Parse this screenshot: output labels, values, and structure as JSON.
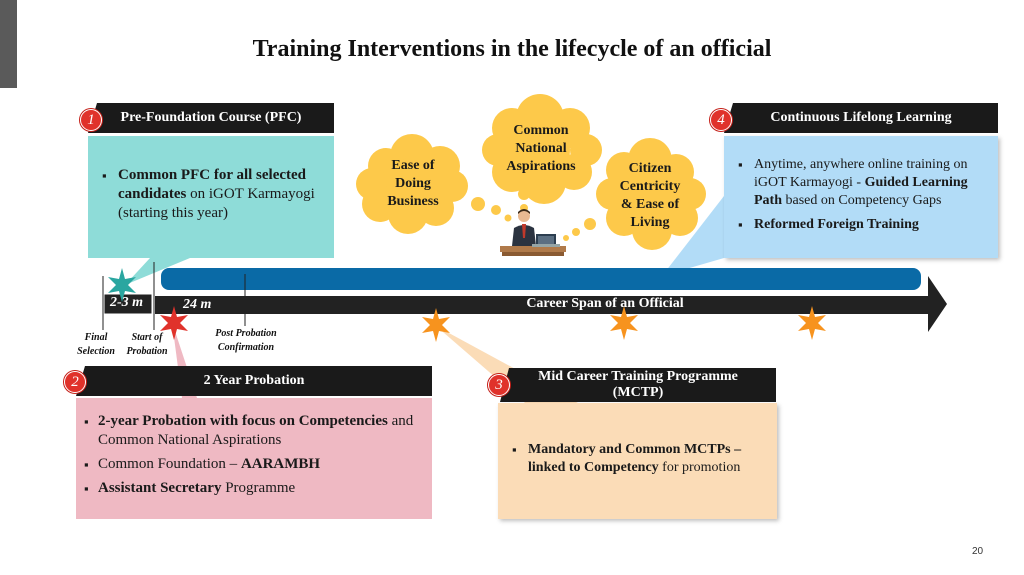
{
  "title": "Training Interventions in the lifecycle of an official",
  "page_number": "20",
  "timeline": {
    "career_span_label": "Career  Span of an Official",
    "seg_short": "2-3 m",
    "seg_long": "24 m",
    "final_selection": [
      "Final",
      "Selection"
    ],
    "start_probation": [
      "Start of",
      "Probation"
    ],
    "post_probation": [
      "Post Probation",
      "Confirmation"
    ]
  },
  "clouds": {
    "ease": [
      "Ease of",
      "Doing",
      "Business"
    ],
    "national": [
      "Common",
      "National",
      "Aspirations"
    ],
    "citizen": [
      "Citizen",
      "Centricity",
      "& Ease of",
      "Living"
    ]
  },
  "stages": {
    "pfc": {
      "number": "1",
      "header": "Pre-Foundation Course (PFC)",
      "b1_bold": "Common PFC for all selected candidates",
      "b1_rest": " on iGOT Karmayogi (starting this year)"
    },
    "probation": {
      "number": "2",
      "header": "2 Year Probation",
      "b1_bold": "2-year Probation with focus on Competencies",
      "b1_rest": " and Common National Aspirations",
      "b2_pre": "Common Foundation – ",
      "b2_bold": "AARAMBH",
      "b3_bold": "Assistant Secretary",
      "b3_rest": " Programme"
    },
    "mctp": {
      "number": "3",
      "header_line1": "Mid Career Training Programme",
      "header_line2": "(MCTP)",
      "b1_bold": "Mandatory and Common MCTPs – linked to Competency",
      "b1_rest": " for promotion"
    },
    "lifelong": {
      "number": "4",
      "header": "Continuous Lifelong  Learning",
      "b1_pre": "Anytime, anywhere online training on iGOT Karmayogi - ",
      "b1_bold": "Guided Learning Path",
      "b1_rest": " based on Competency Gaps",
      "b2_bold": "Reformed Foreign Training"
    }
  },
  "colors": {
    "pfc_box": "#8edcd8",
    "probation_box": "#efb9c3",
    "mctp_box": "#fbdcb7",
    "lifelong_box": "#b2dcf7",
    "cloud": "#fdc94a",
    "blue_bar": "#0a6aa6",
    "badge": "#e0322b",
    "star_orange": "#f7931e",
    "star_teal": "#2aa6a0",
    "star_red": "#e0322b"
  }
}
